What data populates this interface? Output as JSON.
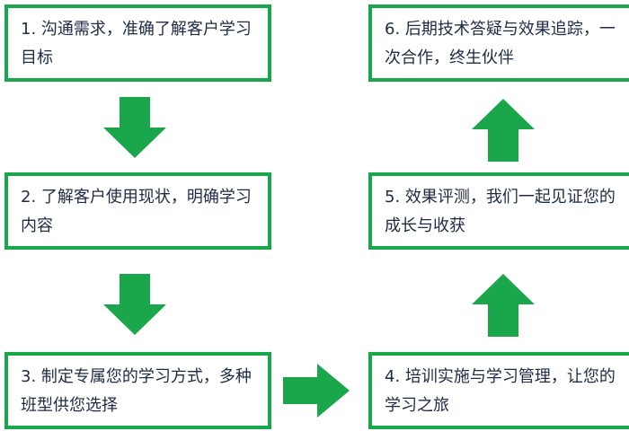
{
  "steps": [
    {
      "text": "1. 沟通需求，准确了解客户学习目标"
    },
    {
      "text": "2. 了解客户使用现状，明确学习内容"
    },
    {
      "text": "3. 制定专属您的学习方式，多种班型供您选择"
    },
    {
      "text": "4. 培训实施与学习管理，让您的学习之旅"
    },
    {
      "text": "5. 效果评测，我们一起见证您的成长与收获"
    },
    {
      "text": "6. 后期技术答疑与效果追踪，一次合作，终生伙伴"
    }
  ],
  "colors": {
    "accent": "#1aa64b",
    "text": "#1f2a44"
  }
}
